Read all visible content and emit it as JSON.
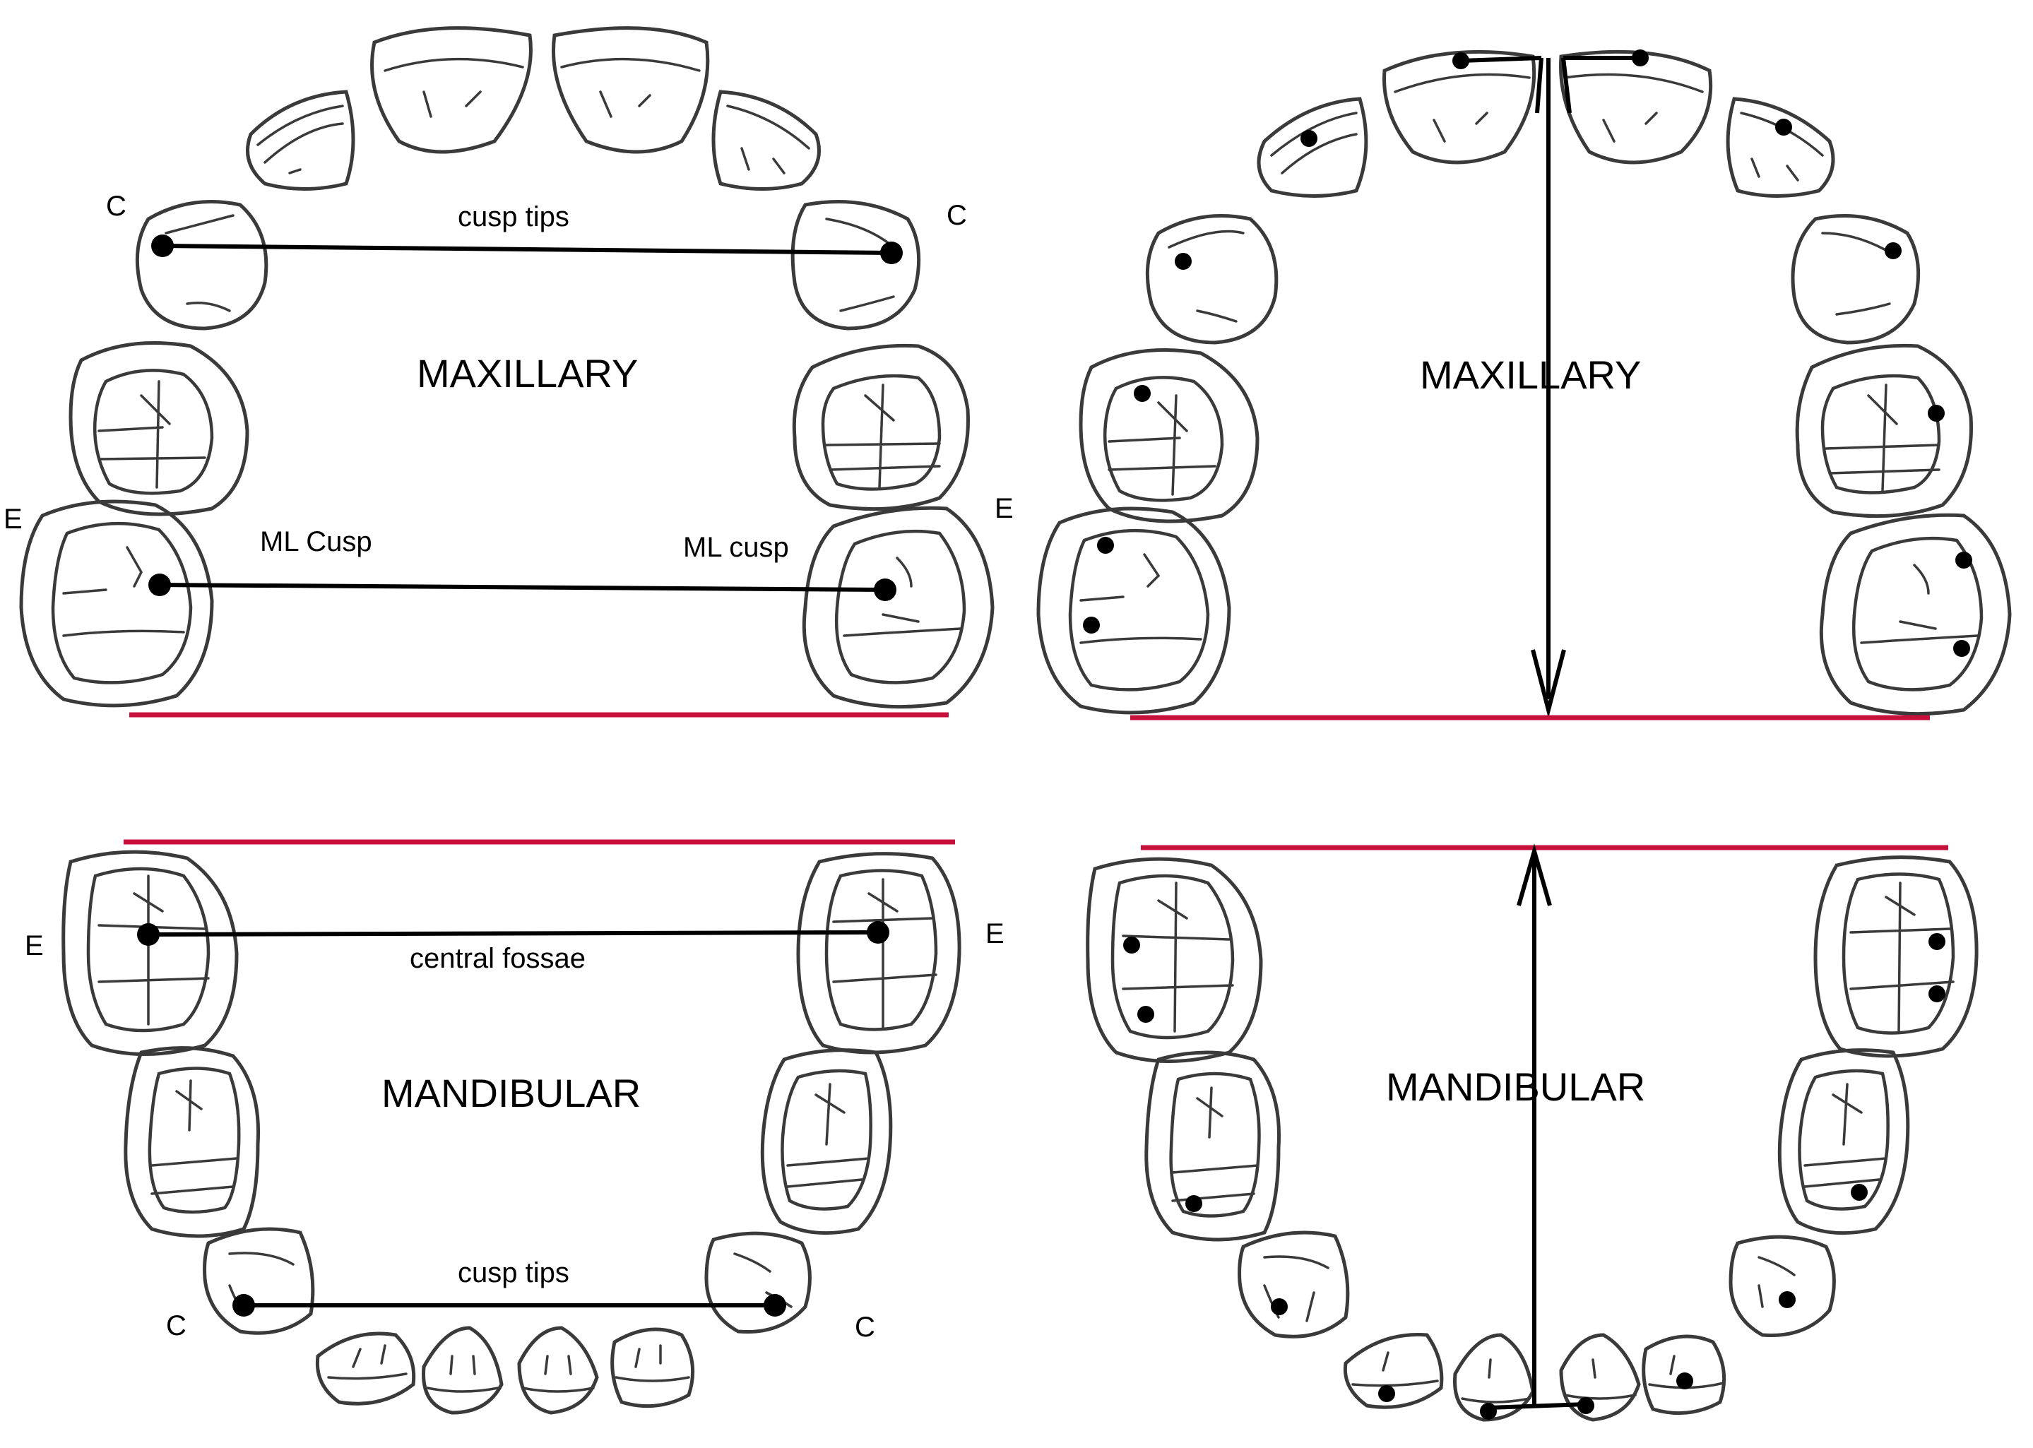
{
  "colors": {
    "reference_line": "#c8103c",
    "measure_line": "#000000",
    "tooth_outline": "#3a3a3a"
  },
  "left_panel": {
    "maxillary": {
      "arch_label": "MAXILLARY",
      "canine_left_label": "C",
      "canine_right_label": "C",
      "canine_measure_label": "cusp tips",
      "molar_left_label": "E",
      "molar_right_label": "E",
      "molar_left_measure_label": "ML Cusp",
      "molar_right_measure_label": "ML cusp"
    },
    "mandibular": {
      "arch_label": "MANDIBULAR",
      "molar_left_label": "E",
      "molar_right_label": "E",
      "molar_measure_label": "central fossae",
      "canine_left_label": "C",
      "canine_right_label": "C",
      "canine_measure_label": "cusp tips"
    }
  },
  "right_panel": {
    "maxillary": {
      "arch_label": "MAXILLARY"
    },
    "mandibular": {
      "arch_label": "MANDIBULAR"
    }
  }
}
